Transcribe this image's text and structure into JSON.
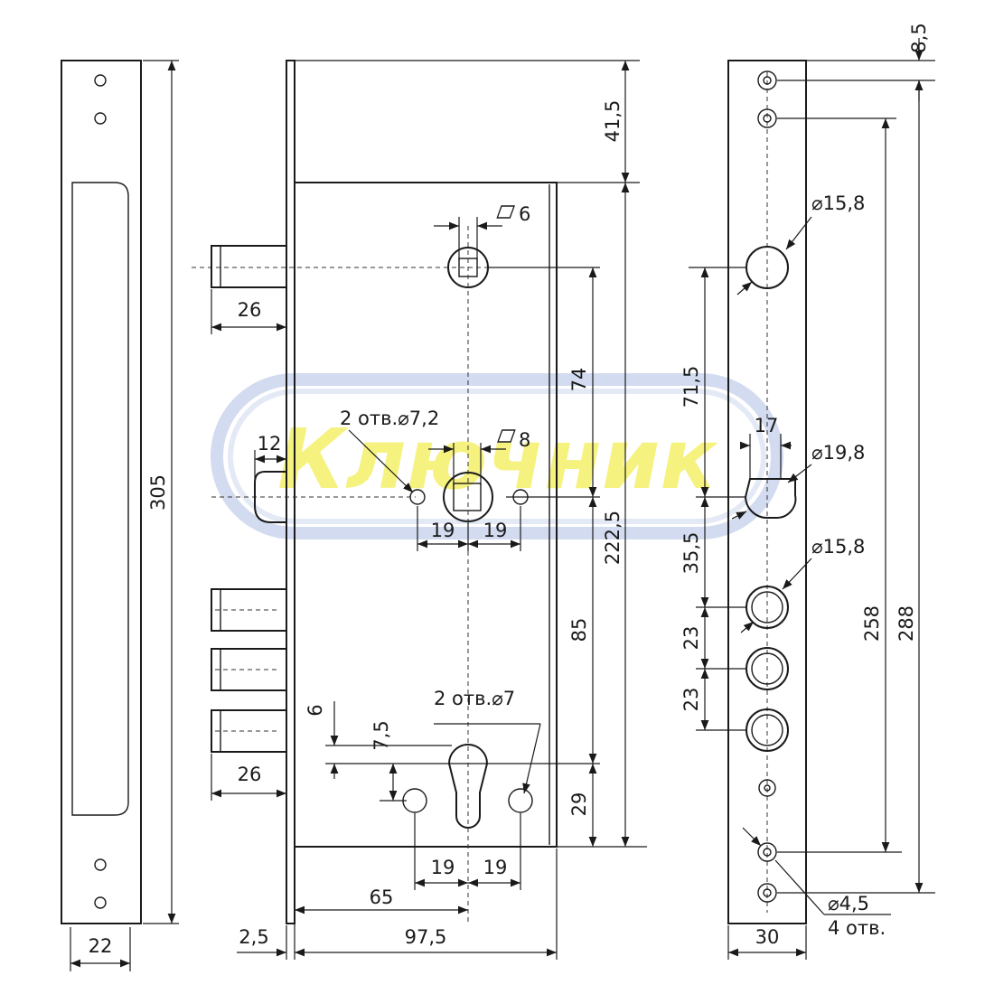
{
  "watermark": {
    "text": "Ключник",
    "fill": "#f3ee55",
    "ring": "#c7d2ec"
  },
  "labels": {
    "d41_5": "41,5",
    "sq6": "6",
    "d26_top": "26",
    "d74": "74",
    "holes72": "2 отв.⌀7,2",
    "sq8": "8",
    "d12": "12",
    "d19_a": "19",
    "d19_b": "19",
    "d222_5": "222,5",
    "d85": "85",
    "holes7": "2 отв.⌀7",
    "d6": "6",
    "d7_5": "7,5",
    "d29": "29",
    "d26_bot": "26",
    "d19_c": "19",
    "d19_d": "19",
    "d65": "65",
    "d2_5": "2,5",
    "d97_5": "97,5",
    "d305": "305",
    "d22": "22",
    "d8_5": "8,5",
    "dia15_8_top": "⌀15,8",
    "d71_5": "71,5",
    "d17": "17",
    "dia19_8": "⌀19,8",
    "d35_5": "35,5",
    "dia15_8_mid": "⌀15,8",
    "d258": "258",
    "d288": "288",
    "d23_a": "23",
    "d23_b": "23",
    "dia4_5": "⌀4,5",
    "holes4": "4 отв.",
    "d30": "30"
  }
}
